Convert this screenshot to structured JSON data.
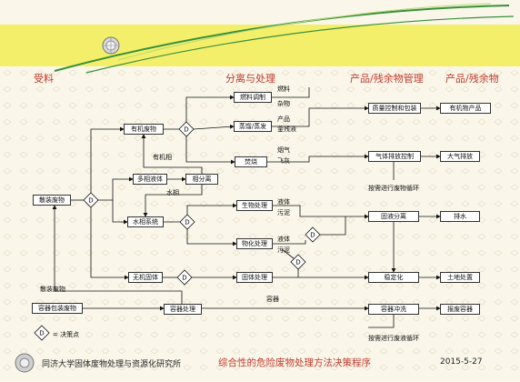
{
  "headers": {
    "receive": "受料",
    "separation": "分离与处理",
    "products": "产品/残余物管理",
    "products2": "产品/残余物"
  },
  "boxes": {
    "fuel_blend": "燃料调制",
    "organic_waste": "有机废物",
    "distill": "蒸馏/蒸发",
    "multi_liquid": "多相液体",
    "phase_sep": "相分离",
    "incinerate": "焚烧",
    "bulk_waste": "散装废物",
    "aqueous_sys": "水相系统",
    "bio_treat": "生物处理",
    "physchem": "物化处理",
    "inorganic_solid": "无机固体",
    "solid_treat": "固体处理",
    "container_waste": "容器包装废物",
    "container_treat": "容器处理",
    "quality_pack": "质量控制和包装",
    "organic_product": "有机物产品",
    "gas_control": "气体排放控制",
    "air_emission": "大气排放",
    "wastewater_sep": "固液分离",
    "discharge_water": "排水",
    "stabilize": "稳定化",
    "landfill": "土地处置",
    "container_wash": "容器冲洗",
    "scrap_container": "报废容器"
  },
  "labels": {
    "fuel": "燃料",
    "residue": "杂物",
    "product": "产品",
    "still_bottom": "釜残液",
    "organic_phase": "有机相",
    "flue_gas": "烟气",
    "fly_ash": "飞灰",
    "aqueous_phase": "水相",
    "liquid1": "液体",
    "sludge1": "污泥",
    "liquid2": "液体",
    "sludge2": "污泥",
    "bulk_solids": "散装废物",
    "container": "容器",
    "recycle1": "按需进行废物循环",
    "recycle2": "按需进行废液循环",
    "legend_text": "= 决策点",
    "diamond": "D"
  },
  "footer": {
    "left": "同济大学固体废物处理与资源化研究所",
    "center": "综合性的危险废物处理方法决策程序",
    "date": "2015-5-27"
  }
}
